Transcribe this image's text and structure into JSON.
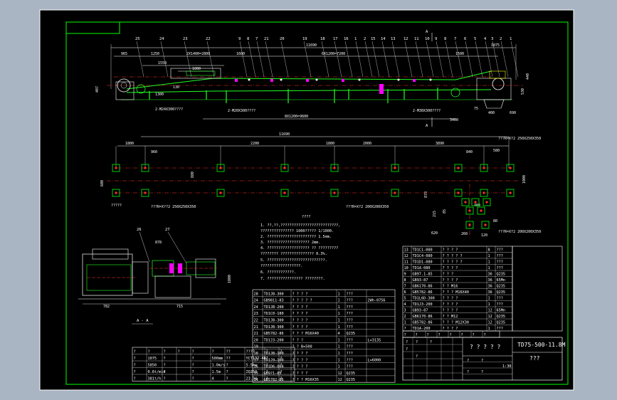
{
  "drawing": {
    "title_code": "TD75-500-11.8M",
    "title_name": "? ? ? ? ?",
    "unknown_field": "???",
    "section_label": "A - A",
    "section_mark": "A"
  },
  "balloons_top": [
    "25",
    "24",
    "23",
    "22",
    "9",
    "8",
    "7",
    "21",
    "20",
    "19",
    "18",
    "17",
    "16",
    "1",
    "2",
    "15",
    "14",
    "13",
    "12",
    "11",
    "10",
    "9",
    "8",
    "7",
    "6",
    "5",
    "4",
    "3",
    "2",
    "1"
  ],
  "balloons_detail": [
    "26",
    "27"
  ],
  "dimensions": {
    "top_overall": "11690",
    "dims_top": [
      "965",
      "1250",
      "2X1400=2800",
      "1600",
      "6X1200=7200",
      "1500",
      "1075"
    ],
    "dims_misc": [
      "1550",
      "1000",
      "1300",
      "130",
      "407",
      "440",
      "530",
      "400",
      "690",
      "3400",
      "75"
    ],
    "bolt_left": "2-M24X300????",
    "bolt_mid": "2-M20X300????",
    "bolt_right": "2-M30X300????",
    "span_bottom": "8X1200=9600",
    "plan_overall": "11690",
    "plan_dims": [
      "1800",
      "960",
      "2200",
      "1800",
      "2000",
      "3890",
      "840",
      "580"
    ],
    "plan_side": [
      "600",
      "880",
      "1000",
      "878",
      "215",
      "85",
      "400",
      "120",
      "80",
      "620",
      "260"
    ],
    "plan_note1": "?????",
    "plan_note2": "???R=X??2    250X250X350",
    "plan_note3": "???R=X?2    200X200X350",
    "plan_note4": "???R=X?2    250X250X350",
    "plan_note5": "???R=X?2    200X200X350",
    "side_dims": [
      "878",
      "782",
      "715",
      "1000"
    ]
  },
  "notes": {
    "heading": "????",
    "lines": [
      "1. ??,??,??????????????????????????,",
      "   ???????????????    1000?????    1/1000.",
      "2. ??????????????????????    1.5mm.",
      "3. ???????????????????    2mm.",
      "4. ??????????????????? ?? ?????????",
      "   ????????  ???????????????    0.3%.",
      "5. ??????????????????????????.",
      "   ??????????????????.",
      "6. ????????????.",
      "7. ???????????????? ????????."
    ]
  },
  "spec_table": {
    "header": [
      "?",
      "?",
      "?",
      "?",
      "?",
      "?",
      "??",
      "????",
      "?",
      "?"
    ],
    "rows": [
      [
        "?",
        "1075",
        "?",
        "?",
        "500mm",
        "??",
        "YCT132-4B",
        "?",
        "?"
      ],
      [
        "?",
        "5850",
        "?",
        "?",
        "1.0m/s",
        "?",
        "5.5kw",
        "?",
        "?"
      ],
      [
        "?",
        "0.8t/min",
        "?",
        "?",
        "1.5m",
        "?",
        "ZQ250",
        "?",
        "?"
      ],
      [
        "?",
        "381t/h",
        "?",
        "?",
        "4",
        "?",
        "23.34",
        "?",
        "?"
      ]
    ]
  },
  "bom_middle": {
    "rows": [
      [
        "28",
        "TD1JB-300",
        "? ? ? ?",
        "1",
        "???",
        ""
      ],
      [
        "24",
        "GB9811-83",
        "? ? ? ? ?",
        "1",
        "???",
        "2Wh-0756"
      ],
      [
        "24",
        "TD1JB-200",
        "? ? ? ?",
        "1",
        "???",
        ""
      ],
      [
        "23",
        "TD1C0-180",
        "? ? ? ?",
        "1",
        "???",
        ""
      ],
      [
        "22",
        "TD1JB-300",
        "? ? ? ?",
        "1",
        "???",
        ""
      ],
      [
        "21",
        "TD1JB-300",
        "? ? ? ?",
        "1",
        "???",
        ""
      ],
      [
        "21",
        "GB5782-86",
        "? ? ?   M16X40",
        "4",
        "Q235",
        ""
      ],
      [
        "20",
        "TD1J3-200",
        "? ? ?",
        "1",
        "???",
        "L=3135"
      ],
      [
        "19",
        "",
        "? ?  B=500",
        "1",
        "???",
        ""
      ],
      [
        "18",
        "TD1JB-100",
        "? ? ? ?",
        "1",
        "???",
        ""
      ],
      [
        "17",
        "TD1J9-100",
        "? ? ? ?",
        "1",
        "???",
        "L=6000"
      ],
      [
        "16",
        "TD1D6-004",
        "? ? ? ?",
        "1",
        "???",
        ""
      ],
      [
        "15",
        "GB9?1-85",
        "? ? ? ?",
        "12",
        "Q235",
        ""
      ],
      [
        "14",
        "GB5782-86",
        "? ? ?   M16X35",
        "12",
        "Q235",
        ""
      ]
    ]
  },
  "bom_right": {
    "rows": [
      [
        "13",
        "TD1C1-080",
        "? ? ? ?",
        "8",
        "???"
      ],
      [
        "12",
        "TD1C4-080",
        "? ? ? ? ?",
        "1",
        "???"
      ],
      [
        "11",
        "TD1D1-080",
        "? ? ? ? ?",
        "1",
        "???"
      ],
      [
        "10",
        "TD1A-080",
        "? ? ? ?",
        "1",
        "???"
      ],
      [
        "9",
        "GB97.1-85",
        "? ? ?",
        "36",
        "Q235"
      ],
      [
        "8",
        "GB93-87",
        "? ? ? ?",
        "36",
        "65Mn"
      ],
      [
        "7",
        "GB6170-86",
        "? ?   M16",
        "36",
        "Q235"
      ],
      [
        "6",
        "GB5782-86",
        "? ? ?  M16X40",
        "36",
        "Q235"
      ],
      [
        "5",
        "TD1L6D-300",
        "? ? ? ?",
        "1",
        "???"
      ],
      [
        "4",
        "TD1J3-200",
        "? ? ? ?",
        "1",
        "???"
      ],
      [
        "3",
        "GB93-87",
        "? ? ? ?",
        "12",
        "65Mn"
      ],
      [
        "2",
        "GB6170-86",
        "? ?   M12",
        "12",
        "Q235"
      ],
      [
        "1",
        "GB5782-86",
        "? ? ?  M12X30",
        "12",
        "Q235"
      ],
      [
        "?",
        "TD1A-200",
        "? ? ? ?",
        "1",
        "???"
      ]
    ],
    "footer": [
      "?",
      "?",
      "?",
      "?",
      "?",
      "?",
      "?",
      "?"
    ]
  },
  "title_block": {
    "cells": [
      "?",
      "?",
      "?",
      "?",
      "?",
      "1:30",
      "?",
      "?",
      "?",
      "?"
    ]
  },
  "colors": {
    "background": "#a9b5c3",
    "sheet": "#000000",
    "line": "#ffffff",
    "frame_green": "#00ff00",
    "dim_green": "#22ff22",
    "axis_red": "#ff3030",
    "cyan": "#00e5ff",
    "magenta": "#ff00ff",
    "yellow": "#ffff00"
  }
}
